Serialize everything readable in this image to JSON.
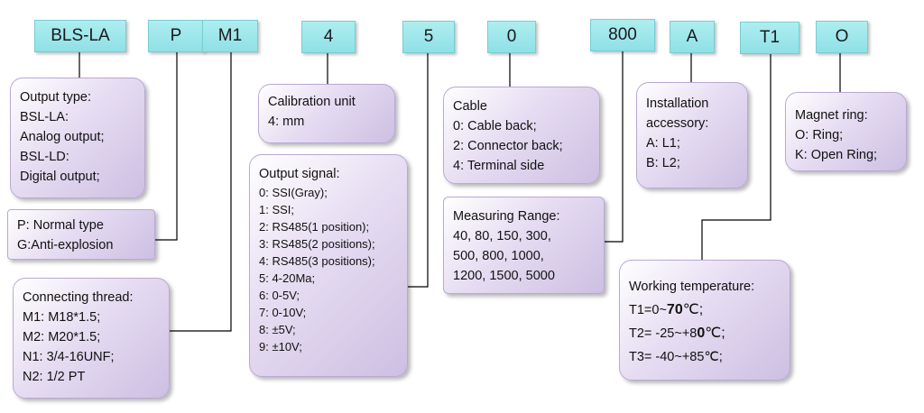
{
  "codes": [
    "BLS-LA",
    "P",
    "M1",
    "4",
    "5",
    "0",
    "800",
    "A",
    "T1",
    "O"
  ],
  "output_type": {
    "title": "Output type:",
    "lines": [
      "BSL-LA:",
      "Analog output;",
      "BSL-LD:",
      "Digital output;"
    ]
  },
  "type": {
    "lines": [
      "P: Normal type",
      "G:Anti-explosion"
    ]
  },
  "thread": {
    "title": "Connecting thread:",
    "lines": [
      "M1: M18*1.5;",
      "M2: M20*1.5;",
      "N1: 3/4-16UNF;",
      "N2: 1/2 PT"
    ]
  },
  "calibration": {
    "title": "Calibration unit",
    "lines": [
      "4: mm"
    ]
  },
  "output_signal": {
    "title": "Output signal:",
    "lines": [
      "0: SSI(Gray);",
      "1: SSI;",
      "2: RS485(1 position);",
      "3: RS485(2 positions);",
      "4: RS485(3 positions);",
      "5: 4-20Ma;",
      "6: 0-5V;",
      "7: 0-10V;",
      "8:  ±5V;",
      "9:  ±10V;"
    ]
  },
  "cable": {
    "title": "Cable",
    "lines": [
      "0: Cable back;",
      "2: Connector back;",
      "4: Terminal side"
    ]
  },
  "range": {
    "title": "Measuring Range:",
    "lines": [
      "40, 80, 150, 300,",
      "500, 800, 1000,",
      "1200, 1500, 5000"
    ]
  },
  "accessory": {
    "title_1": "Installation",
    "title_2": "accessory:",
    "lines": [
      "A: L1;",
      "B: L2;"
    ]
  },
  "magnet": {
    "title": "Magnet ring:",
    "lines": [
      "O: Ring;",
      "K: Open Ring;"
    ]
  },
  "temperature": {
    "title": "Working temperature:",
    "t1_prefix": "T1=0~",
    "t1_bold": "70",
    "t1_suffix": "℃;",
    "t2_prefix": "T2= -25~+8",
    "t2_bold": "0",
    "t2_suffix": "℃;",
    "t3": "T3= -40~+85℃;"
  }
}
